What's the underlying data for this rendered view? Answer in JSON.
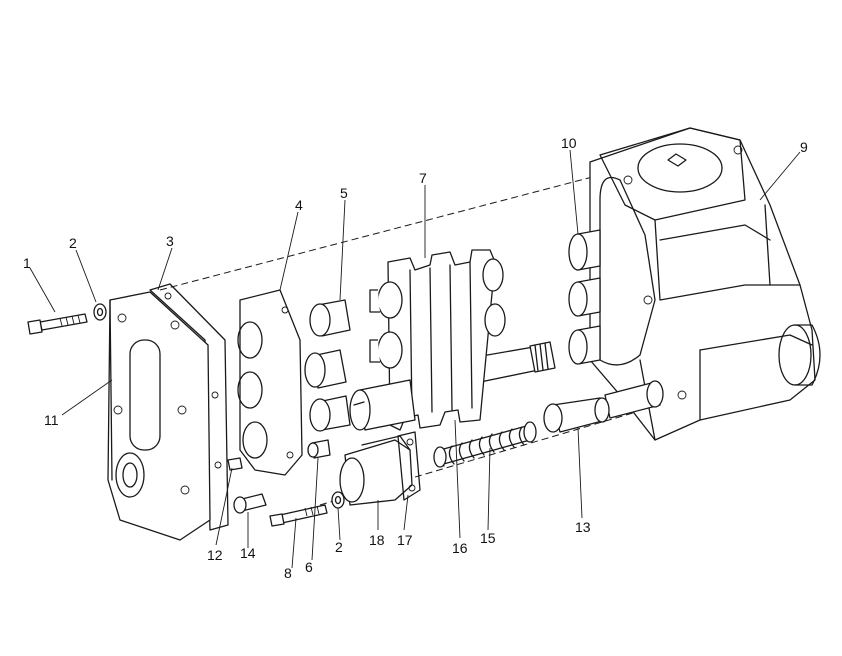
{
  "callouts": [
    {
      "id": "c1",
      "text": "1"
    },
    {
      "id": "c2a",
      "text": "2"
    },
    {
      "id": "c3",
      "text": "3"
    },
    {
      "id": "c4",
      "text": "4"
    },
    {
      "id": "c5",
      "text": "5"
    },
    {
      "id": "c7",
      "text": "7"
    },
    {
      "id": "c10",
      "text": "10"
    },
    {
      "id": "c9",
      "text": "9"
    },
    {
      "id": "c11",
      "text": "11"
    },
    {
      "id": "c12",
      "text": "12"
    },
    {
      "id": "c14",
      "text": "14"
    },
    {
      "id": "c8",
      "text": "8"
    },
    {
      "id": "c6",
      "text": "6"
    },
    {
      "id": "c2b",
      "text": "2"
    },
    {
      "id": "c18",
      "text": "18"
    },
    {
      "id": "c17",
      "text": "17"
    },
    {
      "id": "c16",
      "text": "16"
    },
    {
      "id": "c15",
      "text": "15"
    },
    {
      "id": "c13",
      "text": "13"
    }
  ]
}
